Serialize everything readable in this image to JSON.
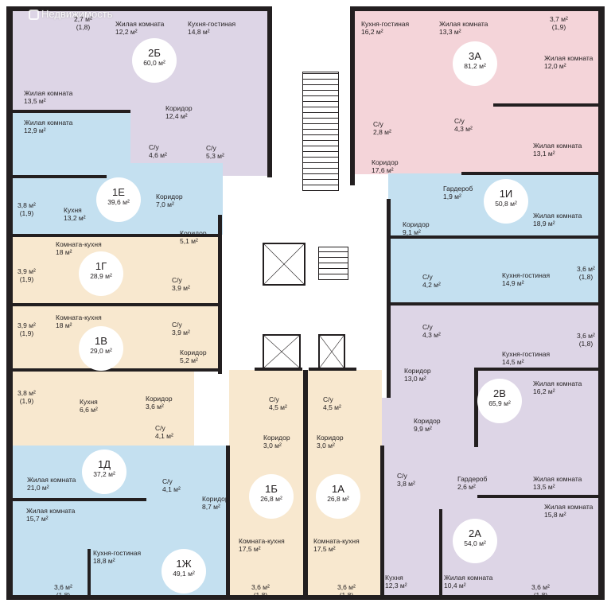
{
  "watermark": {
    "text": "Недвижимость",
    "icon": "watermark-logo-icon"
  },
  "colors": {
    "purple": "#ddd5e6",
    "pink": "#f4d4d9",
    "blue": "#c4e0f0",
    "beige": "#f8e8cf",
    "wall": "#231f20",
    "common": "#ffffff"
  },
  "apartments": [
    {
      "id": "2b",
      "name": "2Б",
      "area": "60,0 м²",
      "color": "purple"
    },
    {
      "id": "3a",
      "name": "3А",
      "area": "81,2 м²",
      "color": "pink"
    },
    {
      "id": "1e",
      "name": "1Е",
      "area": "39,6 м²",
      "color": "blue"
    },
    {
      "id": "1i",
      "name": "1И",
      "area": "50,8 м²",
      "color": "blue"
    },
    {
      "id": "1g",
      "name": "1Г",
      "area": "28,9 м²",
      "color": "beige"
    },
    {
      "id": "1v",
      "name": "1В",
      "area": "29,0 м²",
      "color": "beige"
    },
    {
      "id": "2v",
      "name": "2В",
      "area": "65,9 м²",
      "color": "purple"
    },
    {
      "id": "1d",
      "name": "1Д",
      "area": "37,2 м²",
      "color": "beige"
    },
    {
      "id": "1b",
      "name": "1Б",
      "area": "26,8 м²",
      "color": "beige"
    },
    {
      "id": "1a",
      "name": "1А",
      "area": "26,8 м²",
      "color": "beige"
    },
    {
      "id": "1zh",
      "name": "1Ж",
      "area": "49,1 м²",
      "color": "blue"
    },
    {
      "id": "2a",
      "name": "2А",
      "area": "54,0 м²",
      "color": "purple"
    }
  ],
  "rooms": [
    {
      "name": "",
      "area": "2,7 м²",
      "area2": "(1,8)"
    },
    {
      "name": "Жилая комната",
      "area": "12,2 м²"
    },
    {
      "name": "Кухня-гостиная",
      "area": "14,8 м²"
    },
    {
      "name": "Жилая комната",
      "area": "13,5 м²"
    },
    {
      "name": "Коридор",
      "area": "12,4 м²"
    },
    {
      "name": "Жилая комната",
      "area": "12,9 м²"
    },
    {
      "name": "С/у",
      "area": "4,6 м²"
    },
    {
      "name": "С/у",
      "area": "5,3 м²"
    },
    {
      "name": "Кухня-гостиная",
      "area": "16,2 м²"
    },
    {
      "name": "Жилая комната",
      "area": "13,3 м²"
    },
    {
      "name": "",
      "area": "3,7 м²",
      "area2": "(1,9)"
    },
    {
      "name": "Жилая комната",
      "area": "12,0 м²"
    },
    {
      "name": "С/у",
      "area": "2,8 м²"
    },
    {
      "name": "С/у",
      "area": "4,3 м²"
    },
    {
      "name": "Коридор",
      "area": "17,6 м²"
    },
    {
      "name": "Жилая комната",
      "area": "13,1 м²"
    },
    {
      "name": "",
      "area": "3,8 м²",
      "area2": "(1,9)"
    },
    {
      "name": "Кухня",
      "area": "13,2 м²"
    },
    {
      "name": "Коридор",
      "area": "7,0 м²"
    },
    {
      "name": "Гардероб",
      "area": "1,9 м²"
    },
    {
      "name": "Коридор",
      "area": "9,1 м²"
    },
    {
      "name": "Жилая комната",
      "area": "18,9 м²"
    },
    {
      "name": "Комната-кухня",
      "area": "18 м²"
    },
    {
      "name": "Коридор",
      "area": "5,1 м²"
    },
    {
      "name": "",
      "area": "3,9 м²",
      "area2": "(1,9)"
    },
    {
      "name": "С/у",
      "area": "3,9 м²"
    },
    {
      "name": "С/у",
      "area": "4,2 м²"
    },
    {
      "name": "Кухня-гостиная",
      "area": "14,9 м²"
    },
    {
      "name": "",
      "area": "3,6 м²",
      "area2": "(1,8)"
    },
    {
      "name": "Комната-кухня",
      "area": "18 м²"
    },
    {
      "name": "",
      "area": "3,9 м²",
      "area2": "(1,9)"
    },
    {
      "name": "С/у",
      "area": "3,9 м²"
    },
    {
      "name": "С/у",
      "area": "4,3 м²"
    },
    {
      "name": "",
      "area": "3,6 м²",
      "area2": "(1,8)"
    },
    {
      "name": "Кухня-гостиная",
      "area": "14,5 м²"
    },
    {
      "name": "Коридор",
      "area": "5,2 м²"
    },
    {
      "name": "Коридор",
      "area": "13,0 м²"
    },
    {
      "name": "Жилая комната",
      "area": "16,2 м²"
    },
    {
      "name": "",
      "area": "3,8 м²",
      "area2": "(1,9)"
    },
    {
      "name": "Кухня",
      "area": "6,6 м²"
    },
    {
      "name": "Коридор",
      "area": "3,6 м²"
    },
    {
      "name": "С/у",
      "area": "4,5 м²"
    },
    {
      "name": "С/у",
      "area": "4,5 м²"
    },
    {
      "name": "С/у",
      "area": "4,1 м²"
    },
    {
      "name": "Коридор",
      "area": "3,0 м²"
    },
    {
      "name": "Коридор",
      "area": "3,0 м²"
    },
    {
      "name": "Коридор",
      "area": "9,9 м²"
    },
    {
      "name": "Жилая комната",
      "area": "21,0 м²"
    },
    {
      "name": "С/у",
      "area": "4,1 м²"
    },
    {
      "name": "Коридор",
      "area": "8,7 м²"
    },
    {
      "name": "С/у",
      "area": "3,8 м²"
    },
    {
      "name": "Гардероб",
      "area": "2,6 м²"
    },
    {
      "name": "Жилая комната",
      "area": "13,5 м²"
    },
    {
      "name": "Жилая комната",
      "area": "15,7 м²"
    },
    {
      "name": "Жилая комната",
      "area": "15,8 м²"
    },
    {
      "name": "Кухня-гостиная",
      "area": "18,8 м²"
    },
    {
      "name": "Комната-кухня",
      "area": "17,5 м²"
    },
    {
      "name": "Комната-кухня",
      "area": "17,5 м²"
    },
    {
      "name": "",
      "area": "3,6 м²",
      "area2": "(1,8)"
    },
    {
      "name": "",
      "area": "3,6 м²",
      "area2": "(1,8)"
    },
    {
      "name": "",
      "area": "3,6 м²",
      "area2": "(1,8)"
    },
    {
      "name": "Кухня",
      "area": "12,3 м²"
    },
    {
      "name": "Жилая комната",
      "area": "10,4 м²"
    },
    {
      "name": "",
      "area": "3,6 м²",
      "area2": "(1,8)"
    }
  ]
}
